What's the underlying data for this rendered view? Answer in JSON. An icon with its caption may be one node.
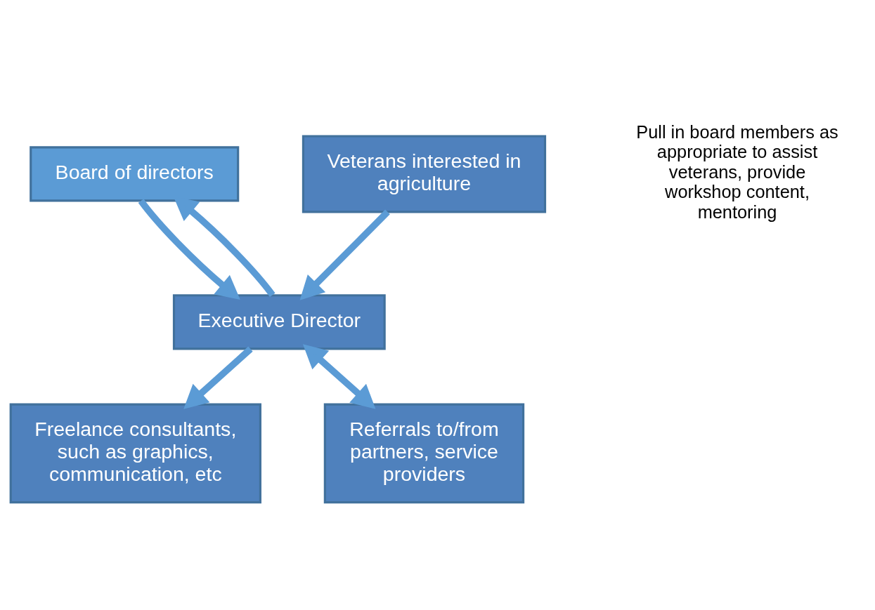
{
  "diagram": {
    "nodes": [
      {
        "text": [
          "Board of directors"
        ]
      },
      {
        "text": [
          "Executive Director"
        ]
      },
      {
        "text": [
          "Freelance consultants, such as graphics, communication, etc"
        ]
      },
      {
        "text": [
          "Referrals to/from partners, service providers"
        ]
      },
      {
        "text": [
          "Veterans interested in agriculture"
        ]
      }
    ],
    "edges": [
      {
        "from": 0,
        "to": 1,
        "arrow": "to"
      },
      {
        "from": 1,
        "to": 0,
        "arrow": "to"
      },
      {
        "from": 1,
        "to": 2,
        "arrow": "to"
      },
      {
        "from": 1,
        "to": 3,
        "arrow": "both"
      },
      {
        "from": 4,
        "to": 1,
        "arrow": "to"
      }
    ],
    "labels": [
      "Pull in board members as appropriate to assist veterans, provide workshop content, mentoring"
    ]
  }
}
